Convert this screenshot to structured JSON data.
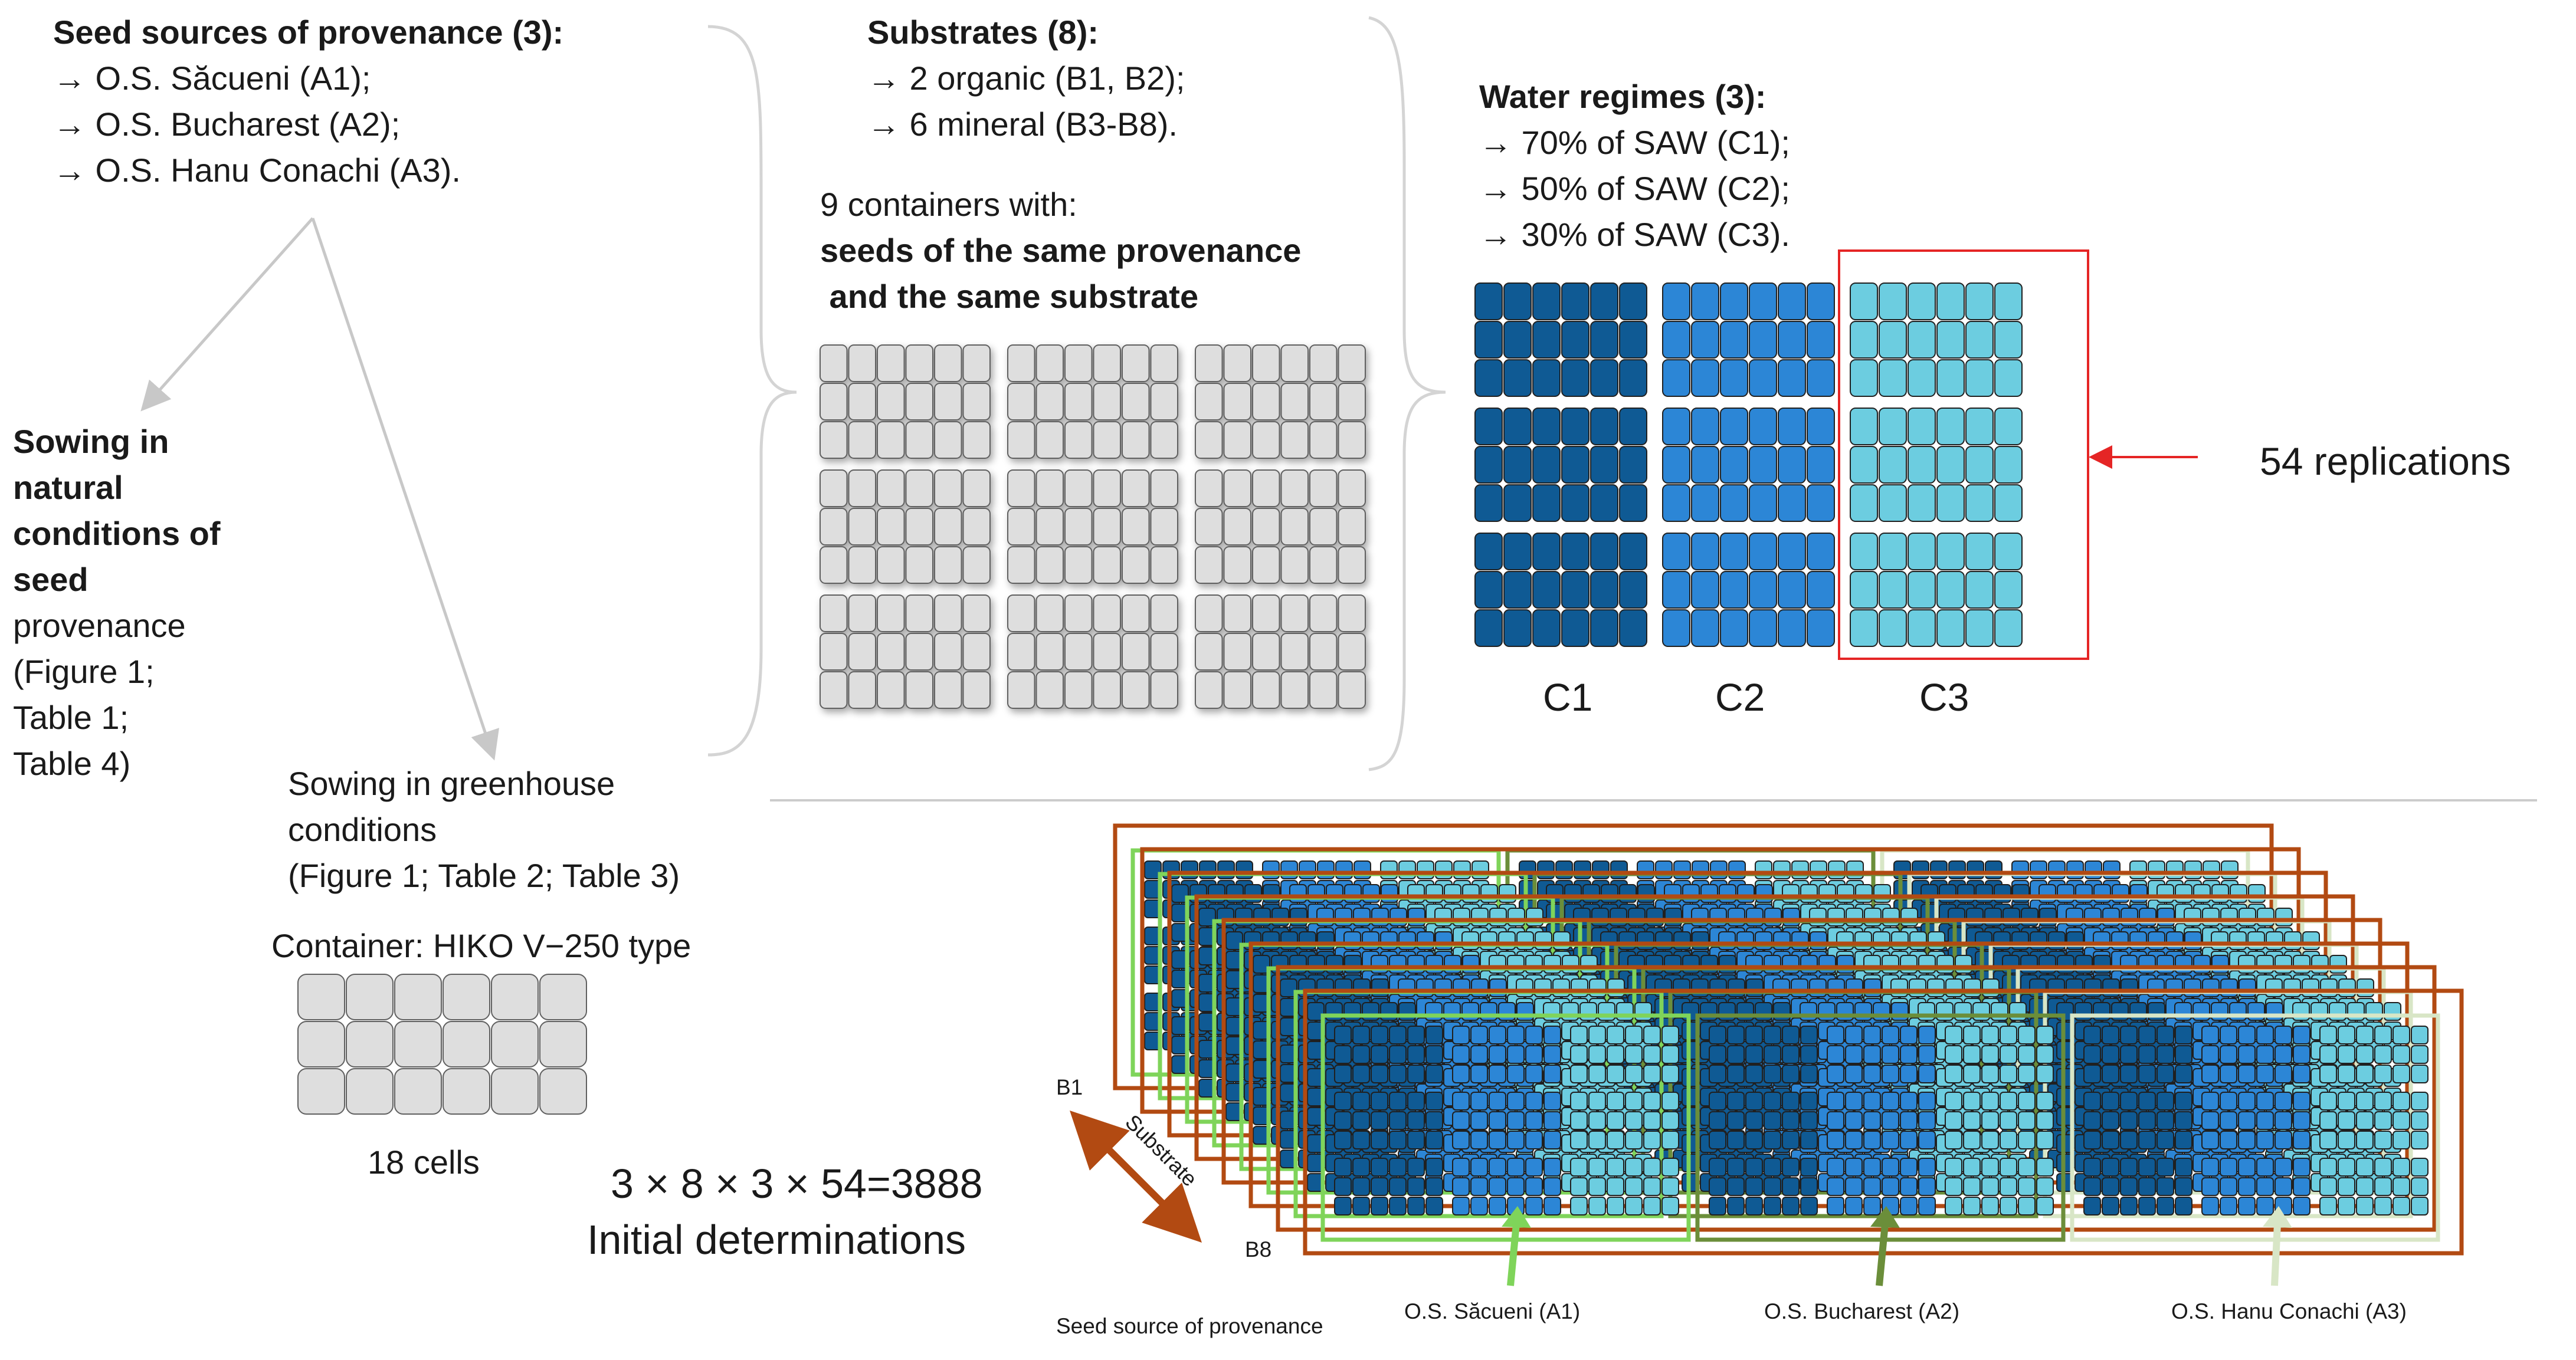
{
  "provenance": {
    "title": "Seed sources of provenance (3):",
    "items": [
      "→ O.S. Săcueni (A1);",
      "→  O.S. Bucharest (A2);",
      "→ O.S. Hanu Conachi (A3)."
    ]
  },
  "natural": {
    "bold_lines": [
      "Sowing in",
      "natural",
      "conditions of",
      "seed"
    ],
    "lines": [
      "provenance",
      "(Figure 1;",
      "Table 1;",
      "Table 4)"
    ]
  },
  "greenhouse": {
    "lines": [
      "Sowing in greenhouse",
      "conditions",
      "(Figure 1; Table 2; Table 3)"
    ]
  },
  "container": {
    "title": "Container: HIKO V−250 type",
    "cells_label": "18 cells"
  },
  "substrates": {
    "title": "Substrates (8):",
    "items": [
      "→ 2 organic (B1, B2);",
      "→ 6 mineral (B3-B8)."
    ]
  },
  "containers_note": {
    "line1": "9 containers with:",
    "bold_lines": [
      "seeds of the same provenance",
      " and the same substrate"
    ]
  },
  "water": {
    "title": "Water regimes (3):",
    "items": [
      "→ 70% of SAW (C1);",
      "→  50% of SAW (C2);",
      "→ 30% of SAW (C3)."
    ],
    "column_labels": [
      "C1",
      "C2",
      "C3"
    ]
  },
  "replications": "54 replications",
  "formula": {
    "line1": "3 × 8 × 3 × 54=3888",
    "line2": "Initial determinations"
  },
  "stack": {
    "b1": "B1",
    "b8": "B8",
    "axis_label": "Substrate",
    "source_label": "Seed source of provenance",
    "sources": [
      "O.S. Săcueni (A1)",
      "O.S. Bucharest (A2)",
      "O.S. Hanu Conachi (A3)"
    ]
  },
  "colors": {
    "c1": "#0f5a94",
    "c2": "#2c86d6",
    "c3": "#6ccde0",
    "grey_cell": "#dedede",
    "red": "#e52525",
    "brown": "#b24a12",
    "green_a1": "#7fd45a",
    "green_a2": "#6b8e3a",
    "green_a3": "#d8e6c6"
  }
}
